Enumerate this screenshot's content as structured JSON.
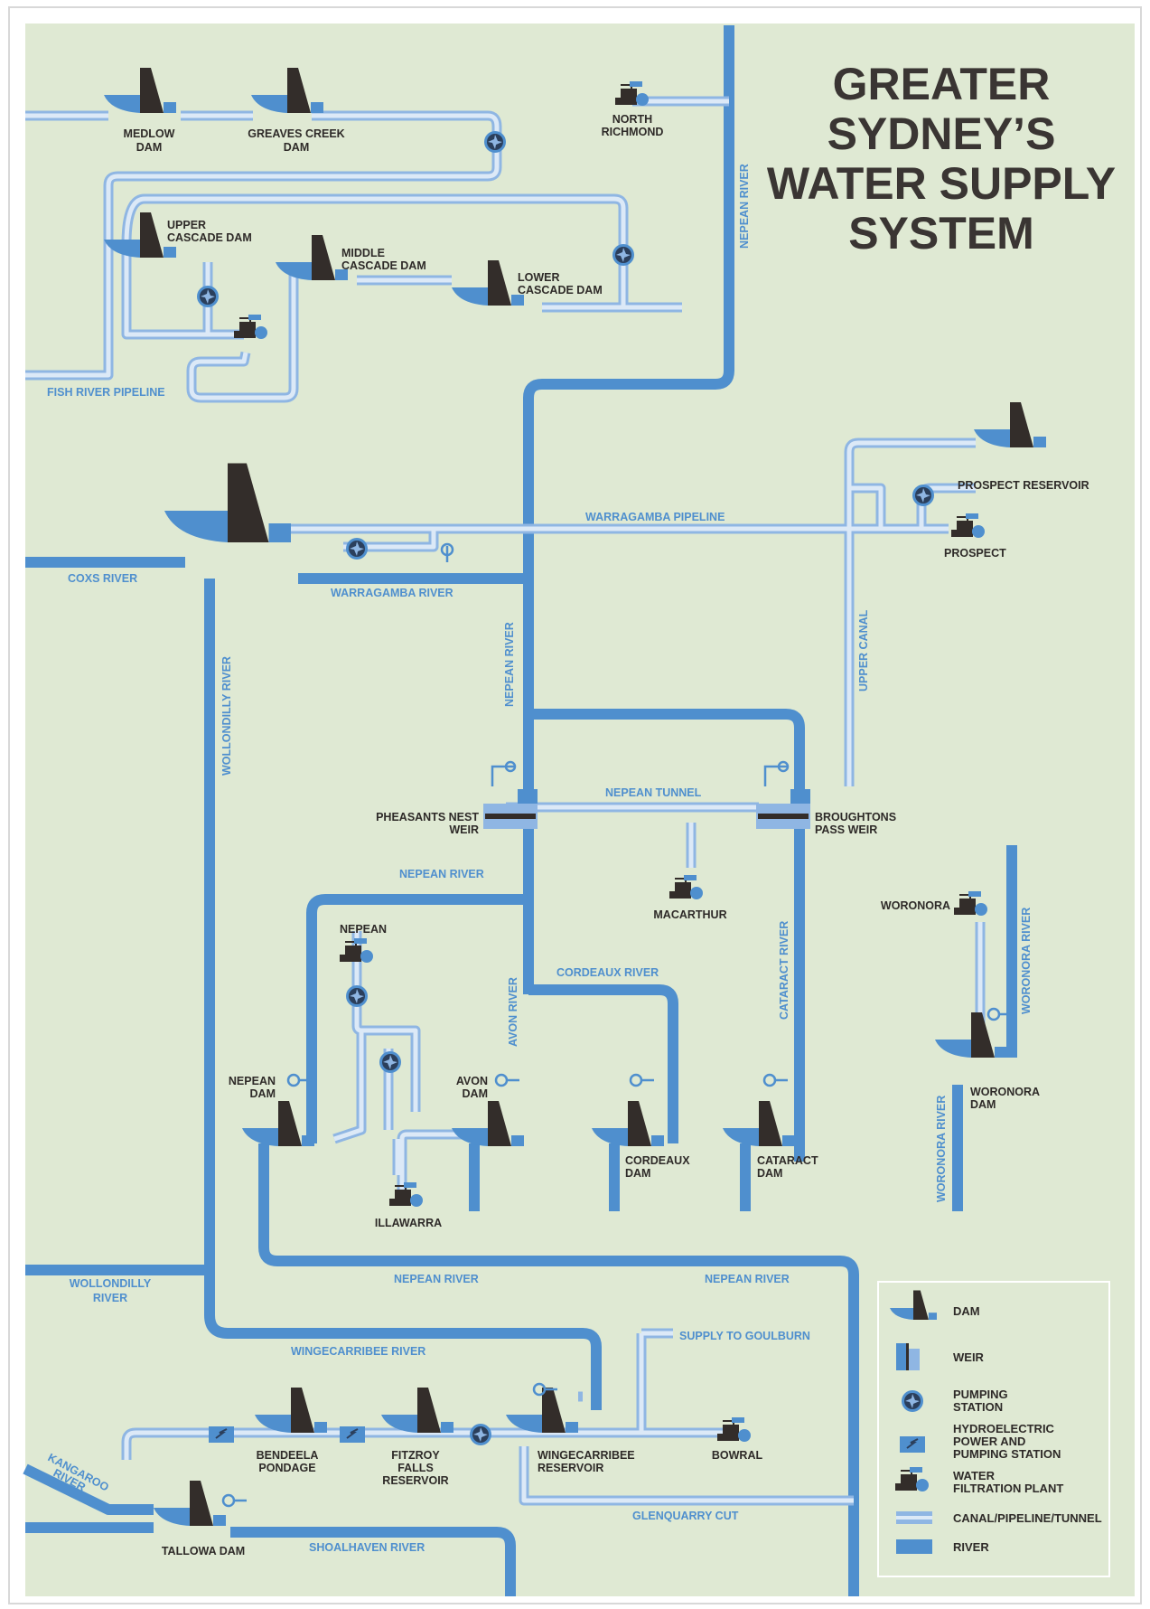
{
  "title_lines": [
    "GREATER",
    "SYDNEY’S",
    "WATER SUPPLY",
    "SYSTEM"
  ],
  "colors": {
    "background": "#dfe9d3",
    "river": "#4f8fce",
    "canal_outer": "#8fb6e3",
    "canal_inner": "#dce9f7",
    "dam_structure": "#332d2a",
    "text": "#2e2a28",
    "river_label": "#4f8fce"
  },
  "labels": {
    "medlow_dam": [
      "MEDLOW",
      "DAM"
    ],
    "greaves_creek_dam": [
      "GREAVES CREEK",
      "DAM"
    ],
    "north_richmond": [
      "NORTH",
      "RICHMOND"
    ],
    "upper_cascade_dam": [
      "UPPER",
      "CASCADE DAM"
    ],
    "middle_cascade_dam": [
      "MIDDLE",
      "CASCADE DAM"
    ],
    "lower_cascade_dam": [
      "LOWER",
      "CASCADE DAM"
    ],
    "prospect_reservoir": [
      "PROSPECT RESERVOIR"
    ],
    "prospect": [
      "PROSPECT"
    ],
    "pheasants_nest_weir": [
      "PHEASANTS NEST",
      "WEIR"
    ],
    "broughtons_pass_weir": [
      "BROUGHTONS",
      "PASS WEIR"
    ],
    "macarthur": [
      "MACARTHUR"
    ],
    "woronora_plant": [
      "WORONORA"
    ],
    "woronora_dam": [
      "WORONORA",
      "DAM"
    ],
    "nepean_plant": [
      "NEPEAN"
    ],
    "nepean_dam": [
      "NEPEAN",
      "DAM"
    ],
    "avon_dam": [
      "AVON",
      "DAM"
    ],
    "cordeaux_dam": [
      "CORDEAUX",
      "DAM"
    ],
    "cataract_dam": [
      "CATARACT",
      "DAM"
    ],
    "illawarra": [
      "ILLAWARRA"
    ],
    "bendeela_pondage": [
      "BENDEELA",
      "PONDAGE"
    ],
    "fitzroy_falls_reservoir": [
      "FITZROY",
      "FALLS",
      "RESERVOIR"
    ],
    "wingecarribee_reservoir": [
      "WINGECARRIBEE",
      "RESERVOIR"
    ],
    "bowral": [
      "BOWRAL"
    ],
    "tallowa_dam": [
      "TALLOWA DAM"
    ]
  },
  "waterways": {
    "fish_river_pipeline": "FISH RIVER PIPELINE",
    "nepean_river_top": "NEPEAN RIVER",
    "warragamba_pipeline": "WARRAGAMBA PIPELINE",
    "coxs_river": "COXS RIVER",
    "warragamba_river": "WARRAGAMBA RIVER",
    "wollondilly_river_vertical": "WOLLONDILLY RIVER",
    "nepean_river_mid": "NEPEAN RIVER",
    "upper_canal": "UPPER CANAL",
    "nepean_tunnel": "NEPEAN TUNNEL",
    "nepean_river_weir": "NEPEAN RIVER",
    "cordeaux_river": "CORDEAUX RIVER",
    "avon_river": "AVON RIVER",
    "cataract_river": "CATARACT RIVER",
    "woronora_river_right": "WORONORA RIVER",
    "woronora_river_left": "WORONORA RIVER",
    "wollondilly_river_bottom": [
      "WOLLONDILLY",
      "RIVER"
    ],
    "nepean_river_bottom_left": "NEPEAN RIVER",
    "nepean_river_bottom_right": "NEPEAN RIVER",
    "wingecarribee_river": "WINGECARRIBEE RIVER",
    "supply_to_goulburn": "SUPPLY TO GOULBURN",
    "kangaroo_river": [
      "KANGAROO",
      "RIVER"
    ],
    "glenquarry_cut": "GLENQUARRY CUT",
    "shoalhaven_river": "SHOALHAVEN RIVER"
  },
  "legend": {
    "dam": "DAM",
    "weir": "WEIR",
    "pumping_station": [
      "PUMPING",
      "STATION"
    ],
    "hydroelectric": [
      "HYDROELECTRIC",
      "POWER AND",
      "PUMPING STATION"
    ],
    "water_filtration": [
      "WATER",
      "FILTRATION PLANT"
    ],
    "canal_pipeline_tunnel": "CANAL/PIPELINE/TUNNEL",
    "river": "RIVER"
  }
}
